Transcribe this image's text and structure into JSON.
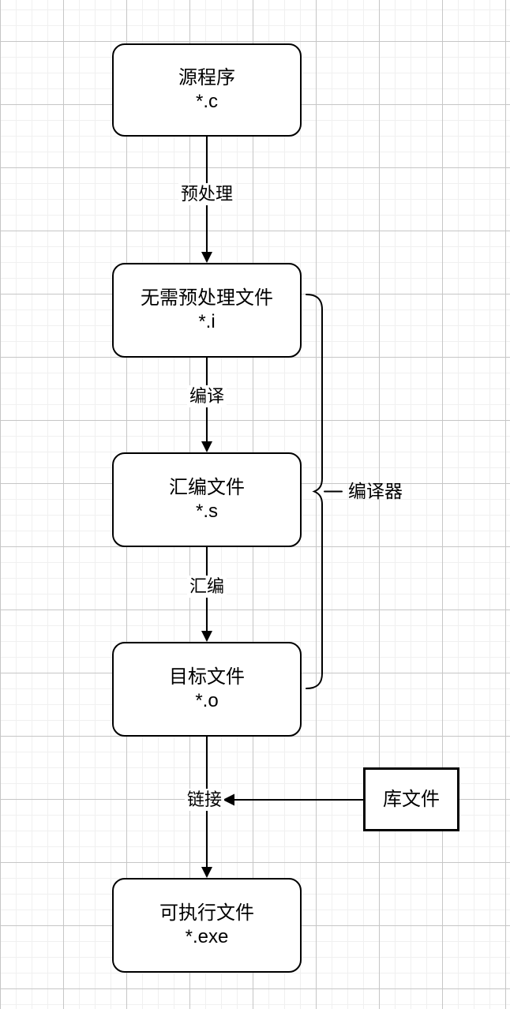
{
  "diagram": {
    "type": "flowchart",
    "nodes": {
      "source": {
        "label": "源程序",
        "sublabel": "*.c"
      },
      "preprocessed": {
        "label": "无需预处理文件",
        "sublabel": "*.i"
      },
      "assembly": {
        "label": "汇编文件",
        "sublabel": "*.s"
      },
      "object": {
        "label": "目标文件",
        "sublabel": "*.o"
      },
      "executable": {
        "label": "可执行文件",
        "sublabel": "*.exe"
      },
      "library": {
        "label": "库文件"
      }
    },
    "edges": [
      {
        "from": "source",
        "to": "preprocessed",
        "label": "预处理"
      },
      {
        "from": "preprocessed",
        "to": "assembly",
        "label": "编译"
      },
      {
        "from": "assembly",
        "to": "object",
        "label": "汇编"
      },
      {
        "from": "object",
        "to": "executable",
        "label": "链接"
      },
      {
        "from": "library",
        "to": "link-point",
        "label": ""
      }
    ],
    "annotations": {
      "compiler_brace": "编译器"
    },
    "colors": {
      "stroke": "#000000",
      "node_fill": "#ffffff",
      "background": "#ffffff",
      "grid_minor": "#f0f0f0",
      "grid_major": "#c6c6c6"
    }
  }
}
